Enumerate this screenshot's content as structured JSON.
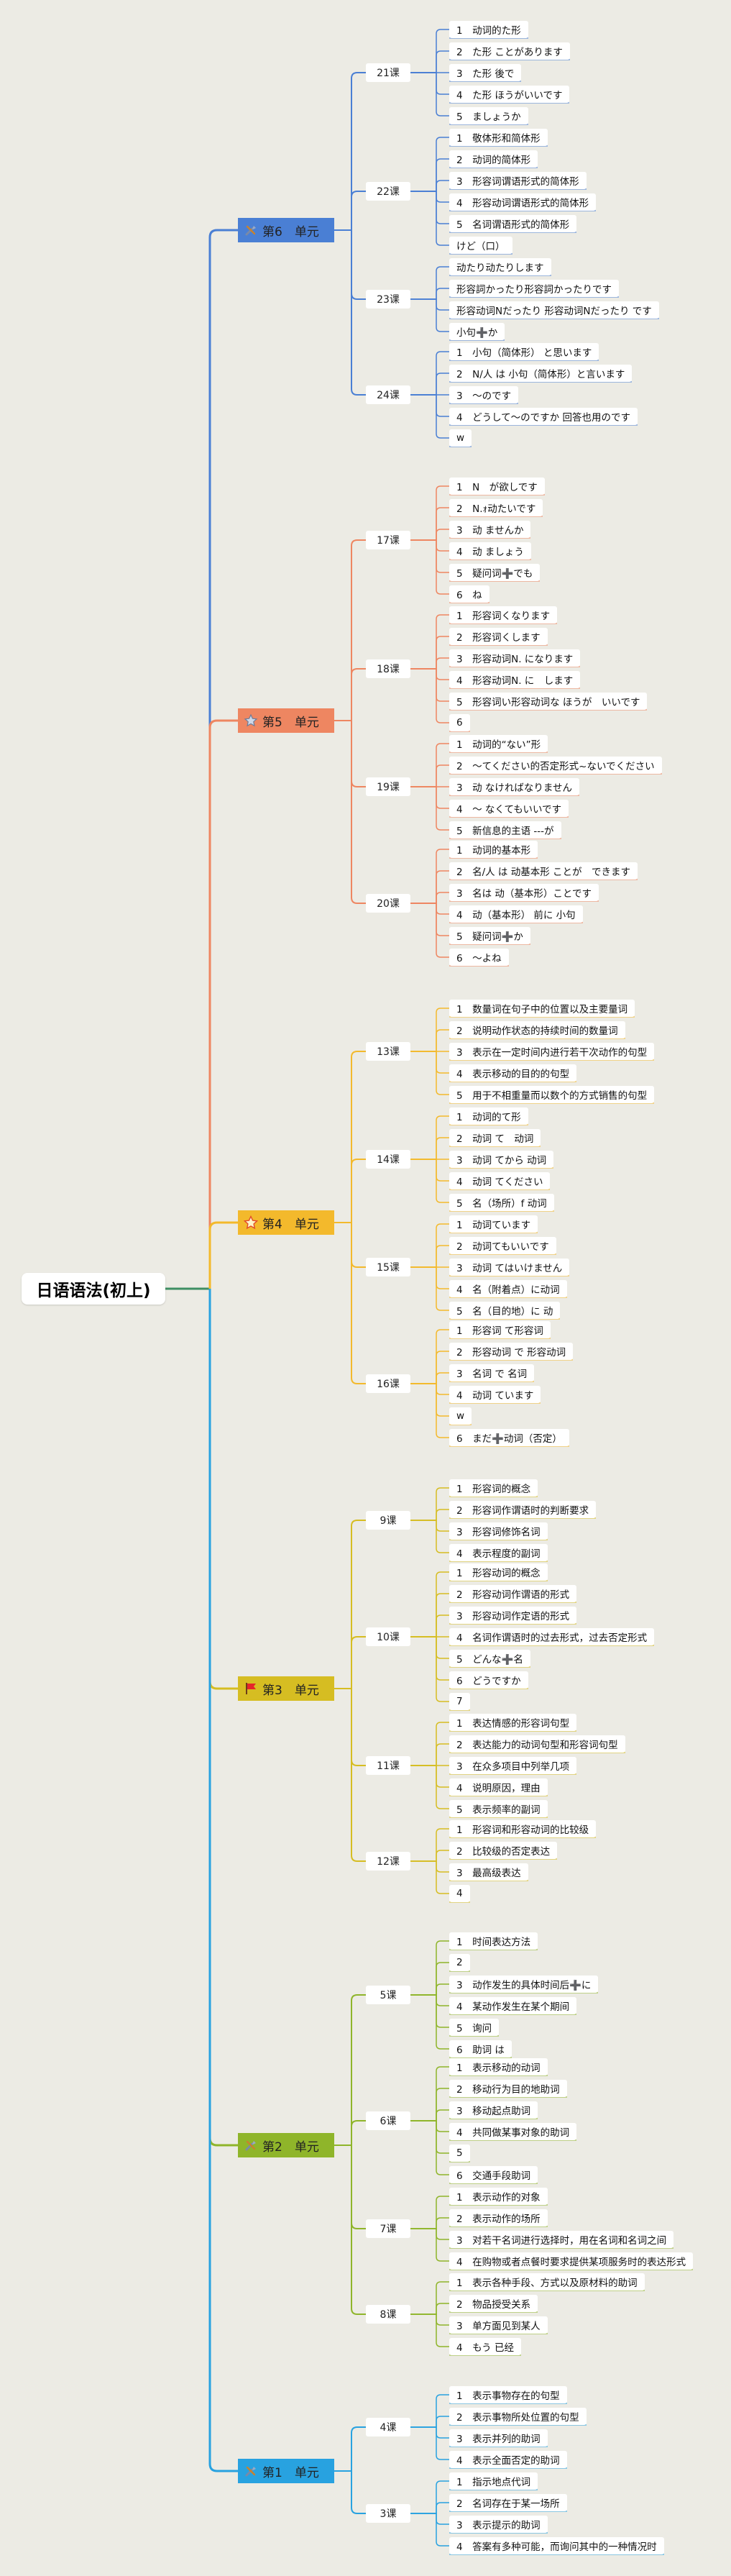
{
  "root": "日语语法(初上)",
  "units": [
    {
      "label": "第6　单元",
      "color": "#4a7fd4",
      "icon": "tools-icon",
      "lessons": [
        {
          "label": "21课",
          "items": [
            "1　动词的た形",
            "2　た形 ことがあります",
            "3　た形 後で",
            "4　た形 ほうがいいです",
            "5　ましょうか"
          ]
        },
        {
          "label": "22课",
          "items": [
            "1　敬体形和简体形",
            "2　动词的简体形",
            "3　形容词谓语形式的简体形",
            "4　形容动词谓语形式的简体形",
            "5　名词谓语形式的简体形",
            "けど（口）"
          ]
        },
        {
          "label": "23课",
          "items": [
            "动たり动たりします",
            "形容詞かったり形容詞かったりです",
            "形容动词Nだったり 形容动词Nだったり です",
            "小句➕か"
          ]
        },
        {
          "label": "24课",
          "items": [
            "1　小句（简体形） と思います",
            "2　N/人 は 小句（简体形）と言います",
            "3　～のです",
            "4　どうして～のですか 回答也用のです",
            "w"
          ]
        }
      ]
    },
    {
      "label": "第5　单元",
      "color": "#ee8661",
      "icon": "star-outline-icon",
      "lessons": [
        {
          "label": "17课",
          "items": [
            "1　N　が欲しです",
            "2　N.ｫ动たいです",
            "3　动 ませんか",
            "4　动 ましょう",
            "5　疑问词➕でも",
            "6　ね"
          ]
        },
        {
          "label": "18课",
          "items": [
            "1　形容词くなります",
            "2　形容词くします",
            "3　形容动词N. になります",
            "4　形容动词N. に　します",
            "5　形容词い形容动词な ほうが　いいです",
            "6"
          ]
        },
        {
          "label": "19课",
          "items": [
            "1　动词的“ない”形",
            "2　～てください的否定形式~ないでください",
            "3　动 なければなりません",
            "4　～ なくてもいいです",
            "5　新信息的主语 ---が"
          ]
        },
        {
          "label": "20课",
          "items": [
            "1　动词的基本形",
            "2　名/人 は 动基本形 ことが　できます",
            "3　名は 动（基本形）ことです",
            "4　动（基本形） 前に 小句",
            "5　疑问词➕か",
            "6　～よね"
          ]
        }
      ]
    },
    {
      "label": "第4　单元",
      "color": "#f3b92c",
      "icon": "star-icon",
      "lessons": [
        {
          "label": "13课",
          "items": [
            "1　数量词在句子中的位置以及主要量词",
            "2　说明动作状态的持续时间的数量词",
            "3　表示在一定时间内进行若干次动作的句型",
            "4　表示移动的目的的句型",
            "5　用于不相重量而以数个的方式销售的句型"
          ]
        },
        {
          "label": "14课",
          "items": [
            "1　动词的て形",
            "2　动词 て　动词",
            "3　动词 てから 动词",
            "4　动词 てください",
            "5　名（场所）f 动词"
          ]
        },
        {
          "label": "15课",
          "items": [
            "1　动词ています",
            "2　动词てもいいです",
            "3　动词 てはいけません",
            "4　名（附着点）に动词",
            "5　名（目的地）に 动"
          ]
        },
        {
          "label": "16课",
          "items": [
            "1　形容词 て形容词",
            "2　形容动词 で 形容动词",
            "3　名词 で 名词",
            "4　动词 ています",
            "w",
            "6　まだ➕动词（否定）"
          ]
        }
      ]
    },
    {
      "label": "第3　单元",
      "color": "#d6bd22",
      "icon": "flag-icon",
      "lessons": [
        {
          "label": "9课",
          "items": [
            "1　形容词的概念",
            "2　形容词作谓语时的判断要求",
            "3　形容词修饰名词",
            "4　表示程度的副词"
          ]
        },
        {
          "label": "10课",
          "items": [
            "1　形容动词的概念",
            "2　形容动词作谓语的形式",
            "3　形容动词作定语的形式",
            "4　名词作谓语时的过去形式，过去否定形式",
            "5　どんな➕名",
            "6　どうですか",
            "7"
          ]
        },
        {
          "label": "11课",
          "items": [
            "1　表达情感的形容词句型",
            "2　表达能力的动词句型和形容词句型",
            "3　在众多项目中列举几项",
            "4　说明原因，理由",
            "5　表示频率的副词"
          ]
        },
        {
          "label": "12课",
          "items": [
            "1　形容词和形容动词的比较级",
            "2　比较级的否定表达",
            "3　最高级表达",
            "4"
          ]
        }
      ]
    },
    {
      "label": "第2　单元",
      "color": "#8fb52a",
      "icon": "tools-icon",
      "lessons": [
        {
          "label": "5课",
          "items": [
            "1　时间表达方法",
            "2",
            "3　动作发生的具体时间后➕に",
            "4　某动作发生在某个期间",
            "5　询问",
            "6　助词 は"
          ]
        },
        {
          "label": "6课",
          "items": [
            "1　表示移动的动词",
            "2　移动行为目的地助词",
            "3　移动起点助词",
            "4　共同做某事对象的助词",
            "5",
            "6　交通手段助词"
          ]
        },
        {
          "label": "7课",
          "items": [
            "1　表示动作的对象",
            "2　表示动作的场所",
            "3　对若干名词进行选择时，用在名词和名词之间",
            "4　在购物或者点餐时要求提供某项服务时的表达形式"
          ]
        },
        {
          "label": "8课",
          "items": [
            "1　表示各种手段、方式以及原材料的助词",
            "2　物品授受关系",
            "3　单方面见到某人",
            "4　もう 已经"
          ]
        }
      ]
    },
    {
      "label": "第1　单元",
      "color": "#28a2e0",
      "icon": "tools-icon",
      "lessons": [
        {
          "label": "4课",
          "items": [
            "1　表示事物存在的句型",
            "2　表示事物所处位置的句型",
            "3　表示并列的助词",
            "4　表示全面否定的助词"
          ]
        },
        {
          "label": "3课",
          "items": [
            "1　指示地点代词",
            "2　名词存在于某一场所",
            "3　表示提示的助词",
            "4　答案有多种可能，而询问其中的一种情况时"
          ]
        }
      ]
    }
  ],
  "colors": {
    "root_link": "#3e8e62",
    "background": "#ecebe4"
  }
}
